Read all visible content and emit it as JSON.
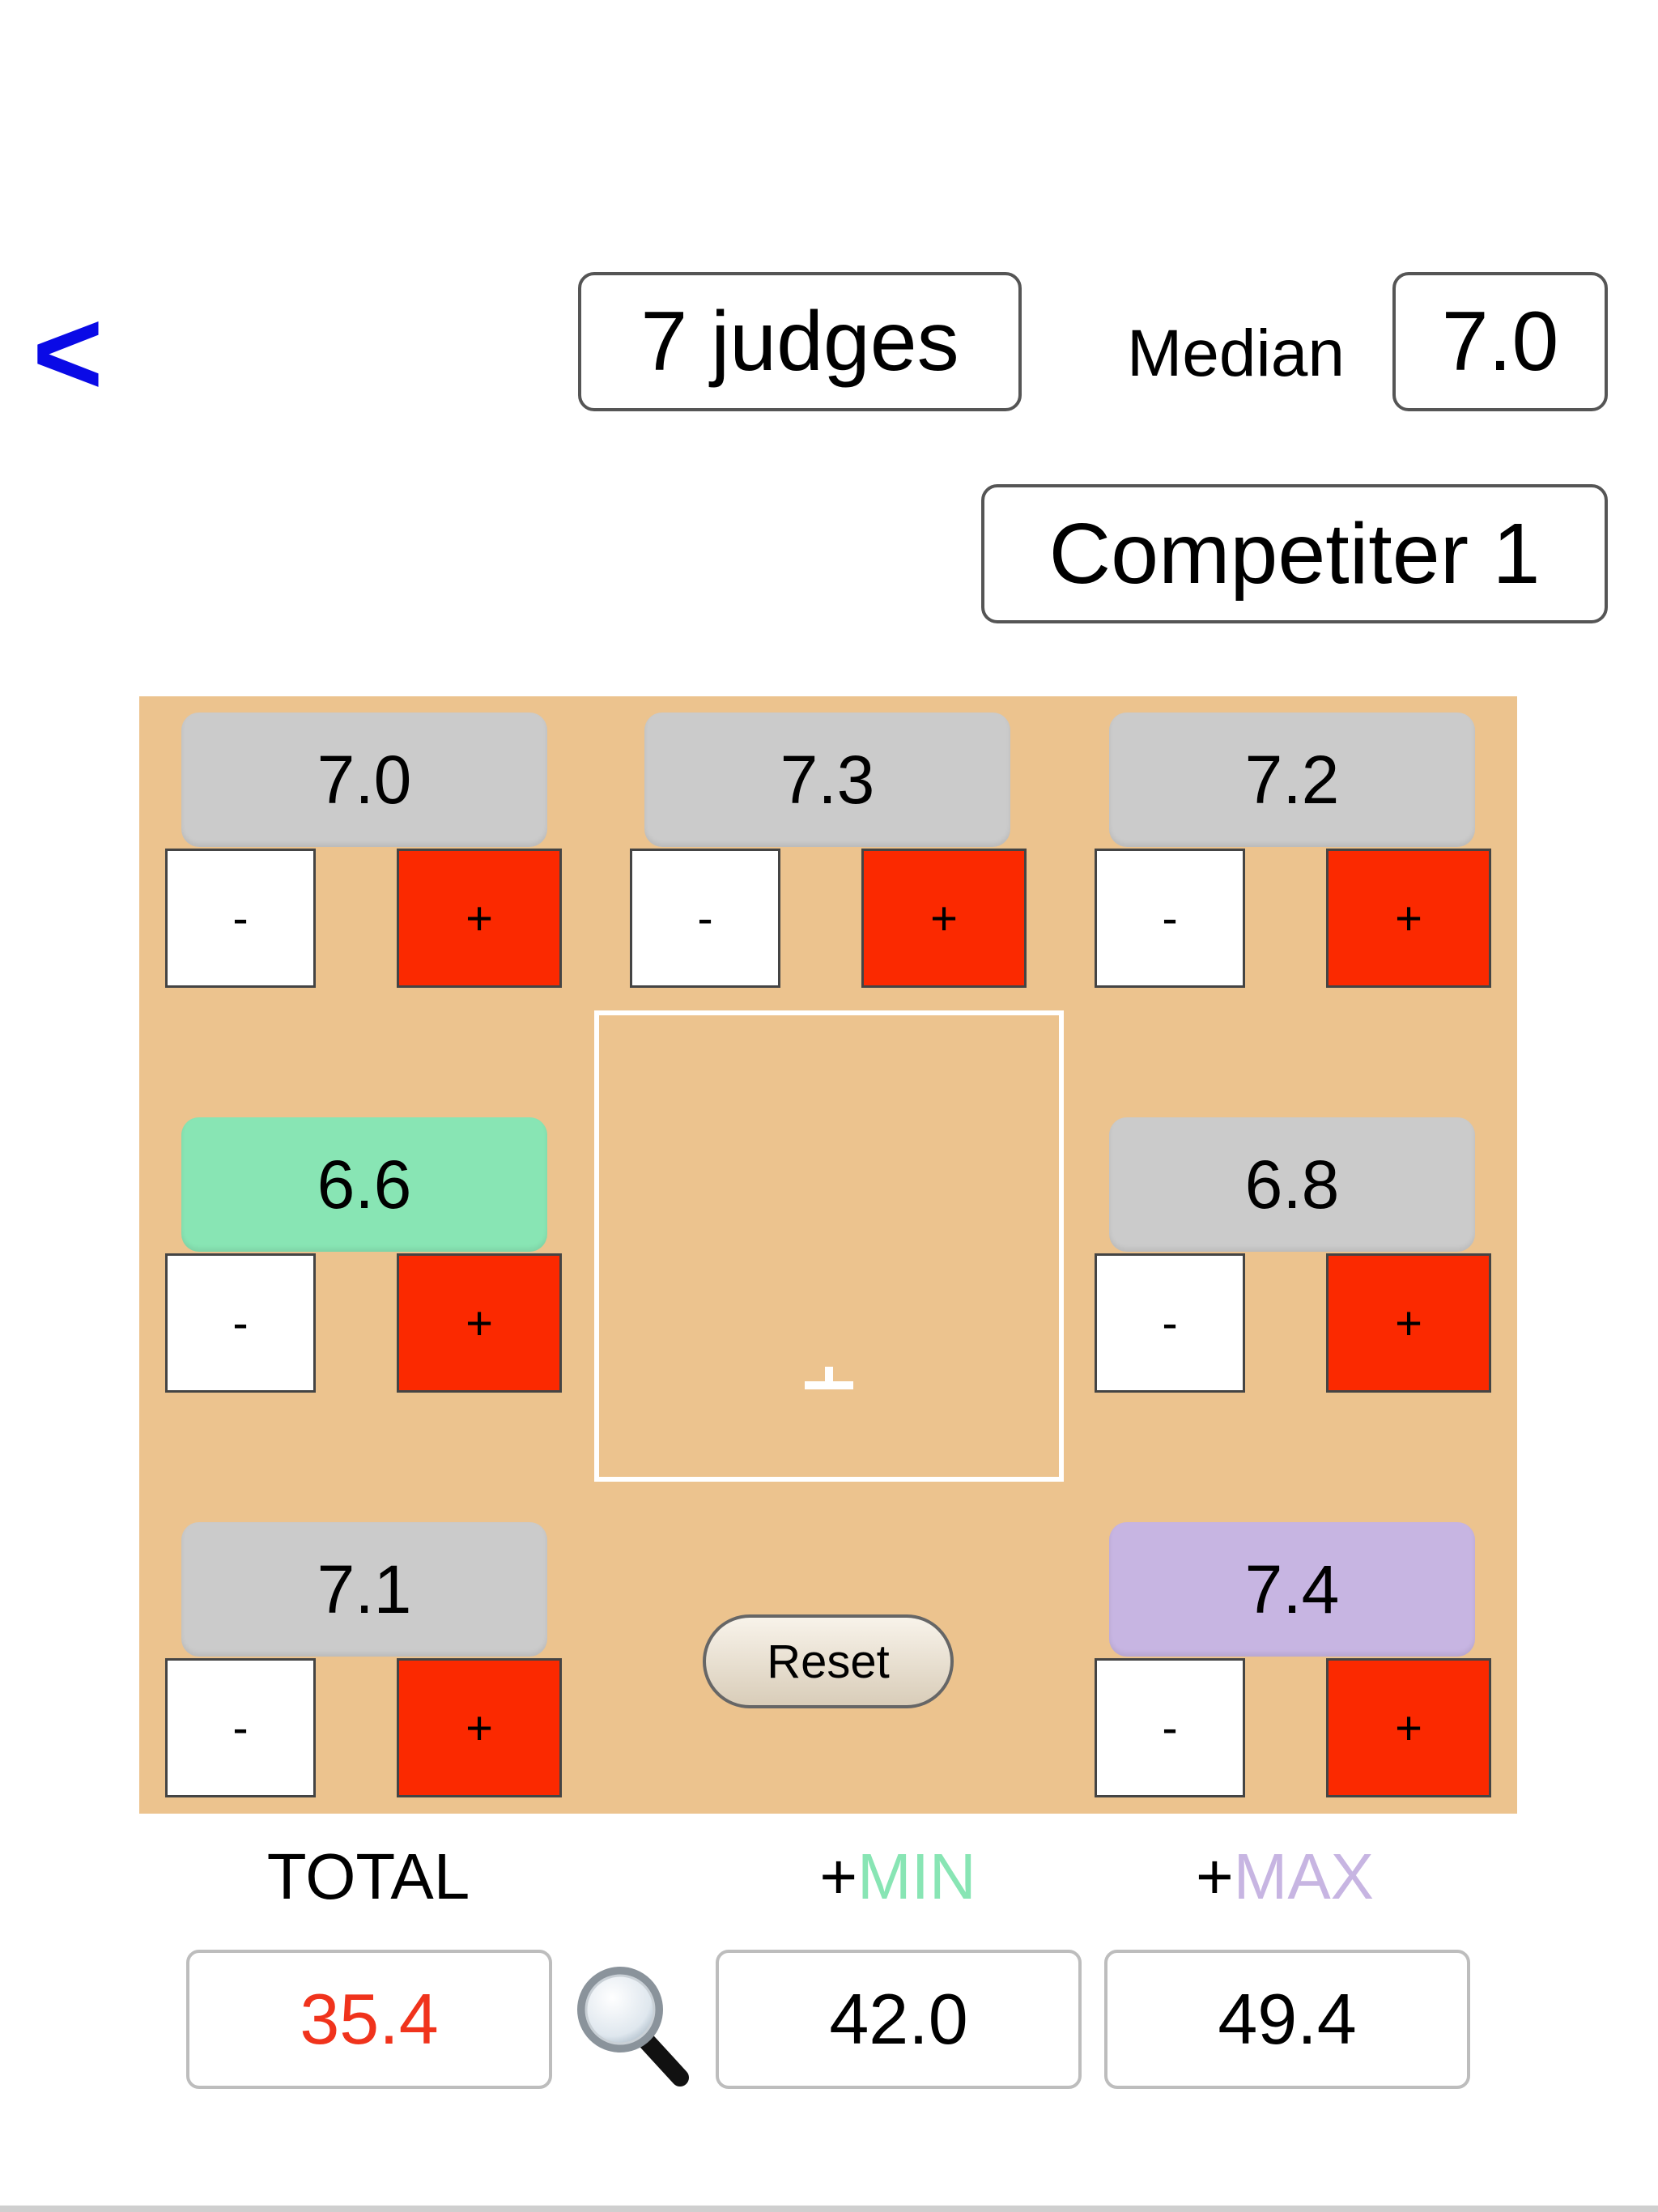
{
  "header": {
    "back_label": "<",
    "judges_label": "7 judges",
    "median_label": "Median",
    "median_value": "7.0",
    "competitor_label": "Competiter 1"
  },
  "judges": [
    {
      "score": "7.0",
      "minus": "-",
      "plus": "+",
      "state": "normal"
    },
    {
      "score": "7.3",
      "minus": "-",
      "plus": "+",
      "state": "normal"
    },
    {
      "score": "7.2",
      "minus": "-",
      "plus": "+",
      "state": "normal"
    },
    {
      "score": "6.6",
      "minus": "-",
      "plus": "+",
      "state": "min"
    },
    {
      "score": "6.8",
      "minus": "-",
      "plus": "+",
      "state": "normal"
    },
    {
      "score": "7.1",
      "minus": "-",
      "plus": "+",
      "state": "normal"
    },
    {
      "score": "7.4",
      "minus": "-",
      "plus": "+",
      "state": "max"
    }
  ],
  "center_marker": "┴",
  "reset_label": "Reset",
  "footer": {
    "total_label": "TOTAL",
    "total_value": "35.4",
    "min_plus": "+",
    "min_word": "MIN",
    "min_value": "42.0",
    "max_plus": "+",
    "max_word": "MAX",
    "max_value": "49.4"
  },
  "colors": {
    "board": "#ecc38e",
    "plus_button": "#fb2900",
    "score_grey": "#cbcbcb",
    "min_highlight": "#88e5b4",
    "max_highlight": "#c7b5e2",
    "total_text": "#f0331c",
    "back_arrow": "#0a0ae6"
  },
  "icons": {
    "zoom": "magnifier-icon"
  }
}
